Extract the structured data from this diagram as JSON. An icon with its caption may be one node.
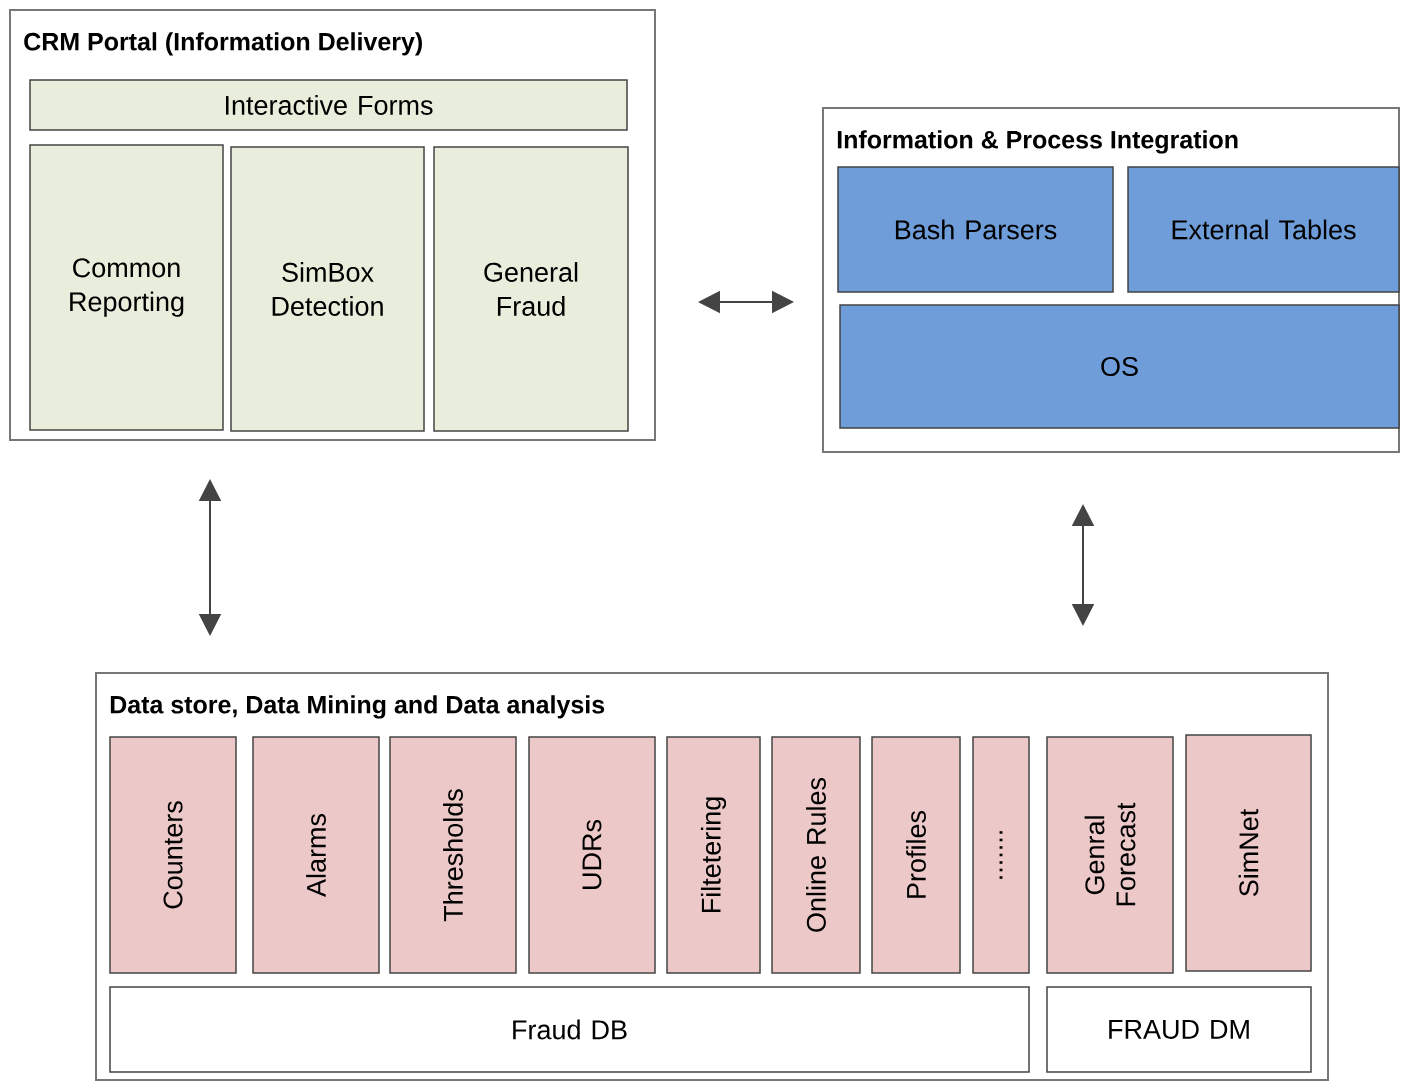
{
  "diagram": {
    "nodes": [
      {
        "text": [
          "CRM Portal (Information Delivery)"
        ]
      },
      {
        "text": [
          "Interactive Forms"
        ],
        "in": 0
      },
      {
        "text": [
          "Common Reporting"
        ],
        "in": 0
      },
      {
        "text": [
          "SimBox Detection"
        ],
        "in": 0
      },
      {
        "text": [
          "General Fraud"
        ],
        "in": 0
      },
      {
        "text": [
          "Information & Process Integration"
        ]
      },
      {
        "text": [
          "Bash Parsers"
        ],
        "in": 5
      },
      {
        "text": [
          "External Tables"
        ],
        "in": 5
      },
      {
        "text": [
          "OS"
        ],
        "in": 5
      },
      {
        "text": [
          "Data store, Data Mining and Data analysis"
        ]
      },
      {
        "text": [
          "Counters"
        ],
        "in": 9
      },
      {
        "text": [
          "Alarms"
        ],
        "in": 9
      },
      {
        "text": [
          "Thresholds"
        ],
        "in": 9
      },
      {
        "text": [
          "UDRs"
        ],
        "in": 9
      },
      {
        "text": [
          "Filtetering"
        ],
        "in": 9
      },
      {
        "text": [
          "Online Rules"
        ],
        "in": 9
      },
      {
        "text": [
          "Profiles"
        ],
        "in": 9
      },
      {
        "text": [
          "......."
        ],
        "in": 9
      },
      {
        "text": [
          "Genral Forecast"
        ],
        "in": 9
      },
      {
        "text": [
          "SimNet"
        ],
        "in": 9
      },
      {
        "text": [
          "Fraud DB"
        ],
        "in": 9
      },
      {
        "text": [
          "FRAUD DM"
        ],
        "in": 9
      }
    ],
    "edges": [
      {
        "from": 0,
        "to": 5,
        "arrow": "both"
      },
      {
        "from": 0,
        "to": 9,
        "arrow": "both"
      },
      {
        "from": 5,
        "to": 9,
        "arrow": "both"
      }
    ]
  }
}
